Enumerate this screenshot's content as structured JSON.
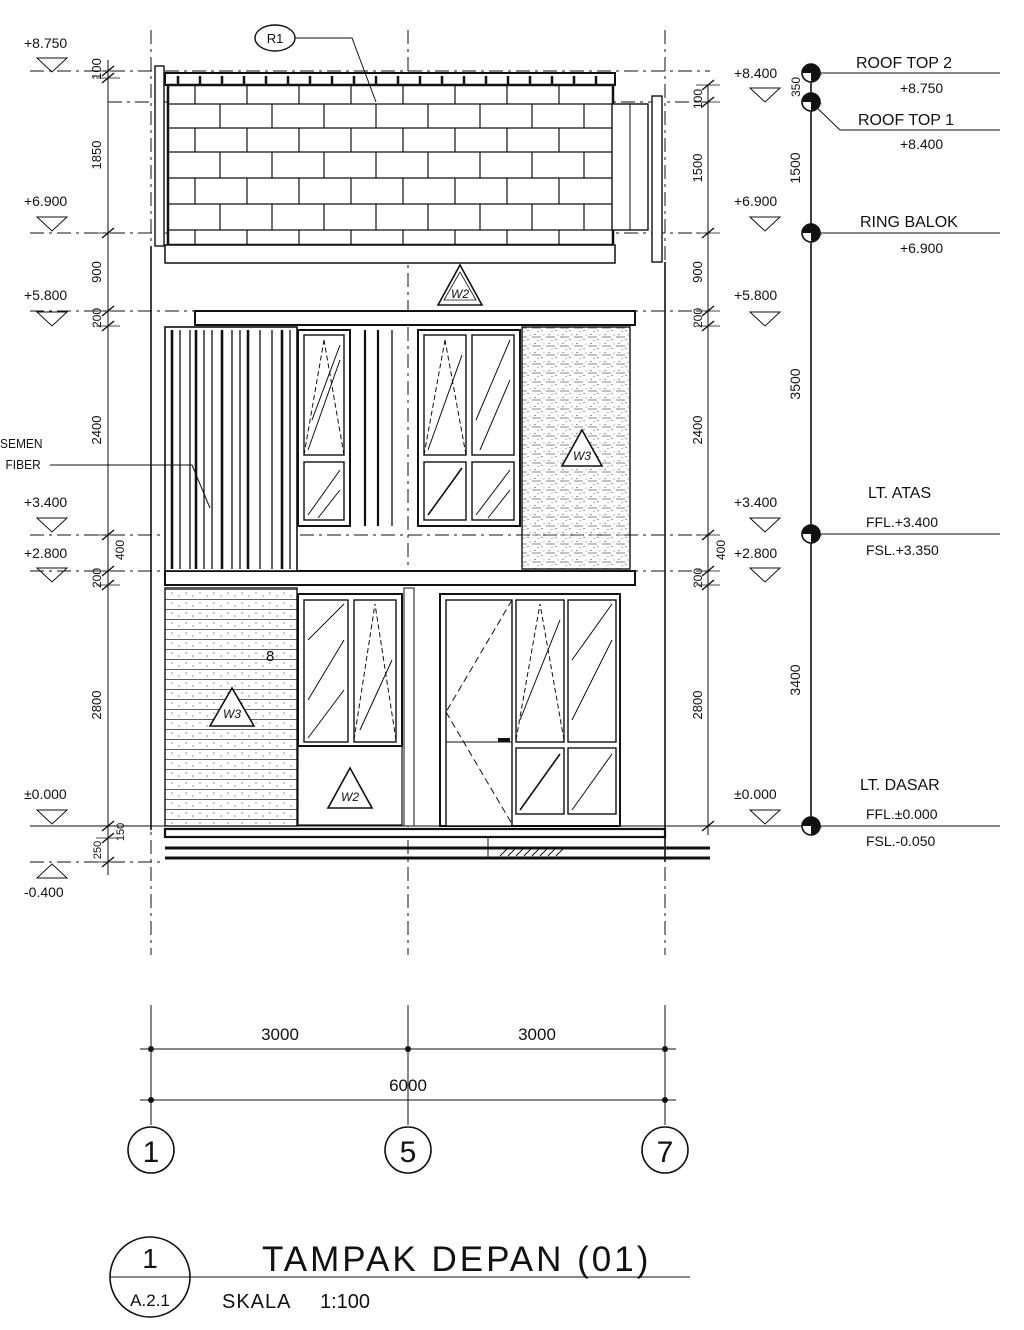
{
  "callout_r1": "R1",
  "left_levels": [
    {
      "label": "+8.750"
    },
    {
      "label": "+6.900"
    },
    {
      "label": "+5.800"
    },
    {
      "label": "+3.400"
    },
    {
      "label": "+2.800"
    },
    {
      "label": "±0.000"
    },
    {
      "label": "-0.400"
    }
  ],
  "left_dims": [
    "100",
    "1850",
    "900",
    "200",
    "2400",
    "400",
    "200",
    "2800",
    "150",
    "250"
  ],
  "right_levels": [
    {
      "label": "+8.400"
    },
    {
      "label": "+6.900"
    },
    {
      "label": "+5.800"
    },
    {
      "label": "+3.400"
    },
    {
      "label": "+2.800"
    },
    {
      "label": "±0.000"
    }
  ],
  "right_dims": [
    "100",
    "1500",
    "900",
    "200",
    "2400",
    "400",
    "200",
    "2800"
  ],
  "far_right_dims": [
    "350",
    "1500",
    "3500",
    "3400"
  ],
  "level_names": [
    {
      "name": "ROOF TOP 2",
      "value": "+8.750"
    },
    {
      "name": "ROOF TOP 1",
      "value": "+8.400"
    },
    {
      "name": "RING BALOK",
      "value": "+6.900"
    },
    {
      "name": "LT. ATAS",
      "value": "FFL.+3.400",
      "value2": "FSL.+3.350"
    },
    {
      "name": "LT. DASAR",
      "value": "FFL.±0.000",
      "value2": "FSL.-0.050"
    }
  ],
  "material_note": {
    "line1": "SEMEN",
    "line2": "FIBER"
  },
  "window_tags": {
    "w2_upper": "W2",
    "w2_lower": "W2",
    "w3_upper": "W3",
    "w3_lower": "W3"
  },
  "note_number": "8",
  "bottom_dims": {
    "span1": "3000",
    "span2": "3000",
    "total": "6000"
  },
  "grid_axes": [
    "1",
    "5",
    "7"
  ],
  "title": {
    "number": "1",
    "sheet": "A.2.1",
    "name": "TAMPAK DEPAN (01)",
    "scale_label": "SKALA",
    "scale_value": "1:100"
  }
}
